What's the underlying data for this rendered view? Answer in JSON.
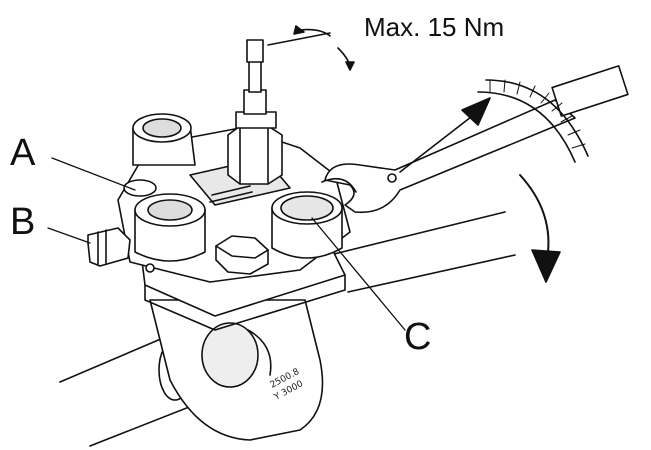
{
  "figure": {
    "torque_note": "Max. 15 Nm",
    "callouts": {
      "a": "A",
      "b": "B",
      "c": "C"
    },
    "body_stamp": [
      "2500.8",
      "Y 3000"
    ]
  },
  "colors": {
    "ink": "#111111",
    "paper": "#ffffff",
    "shade": "#dddddd"
  }
}
